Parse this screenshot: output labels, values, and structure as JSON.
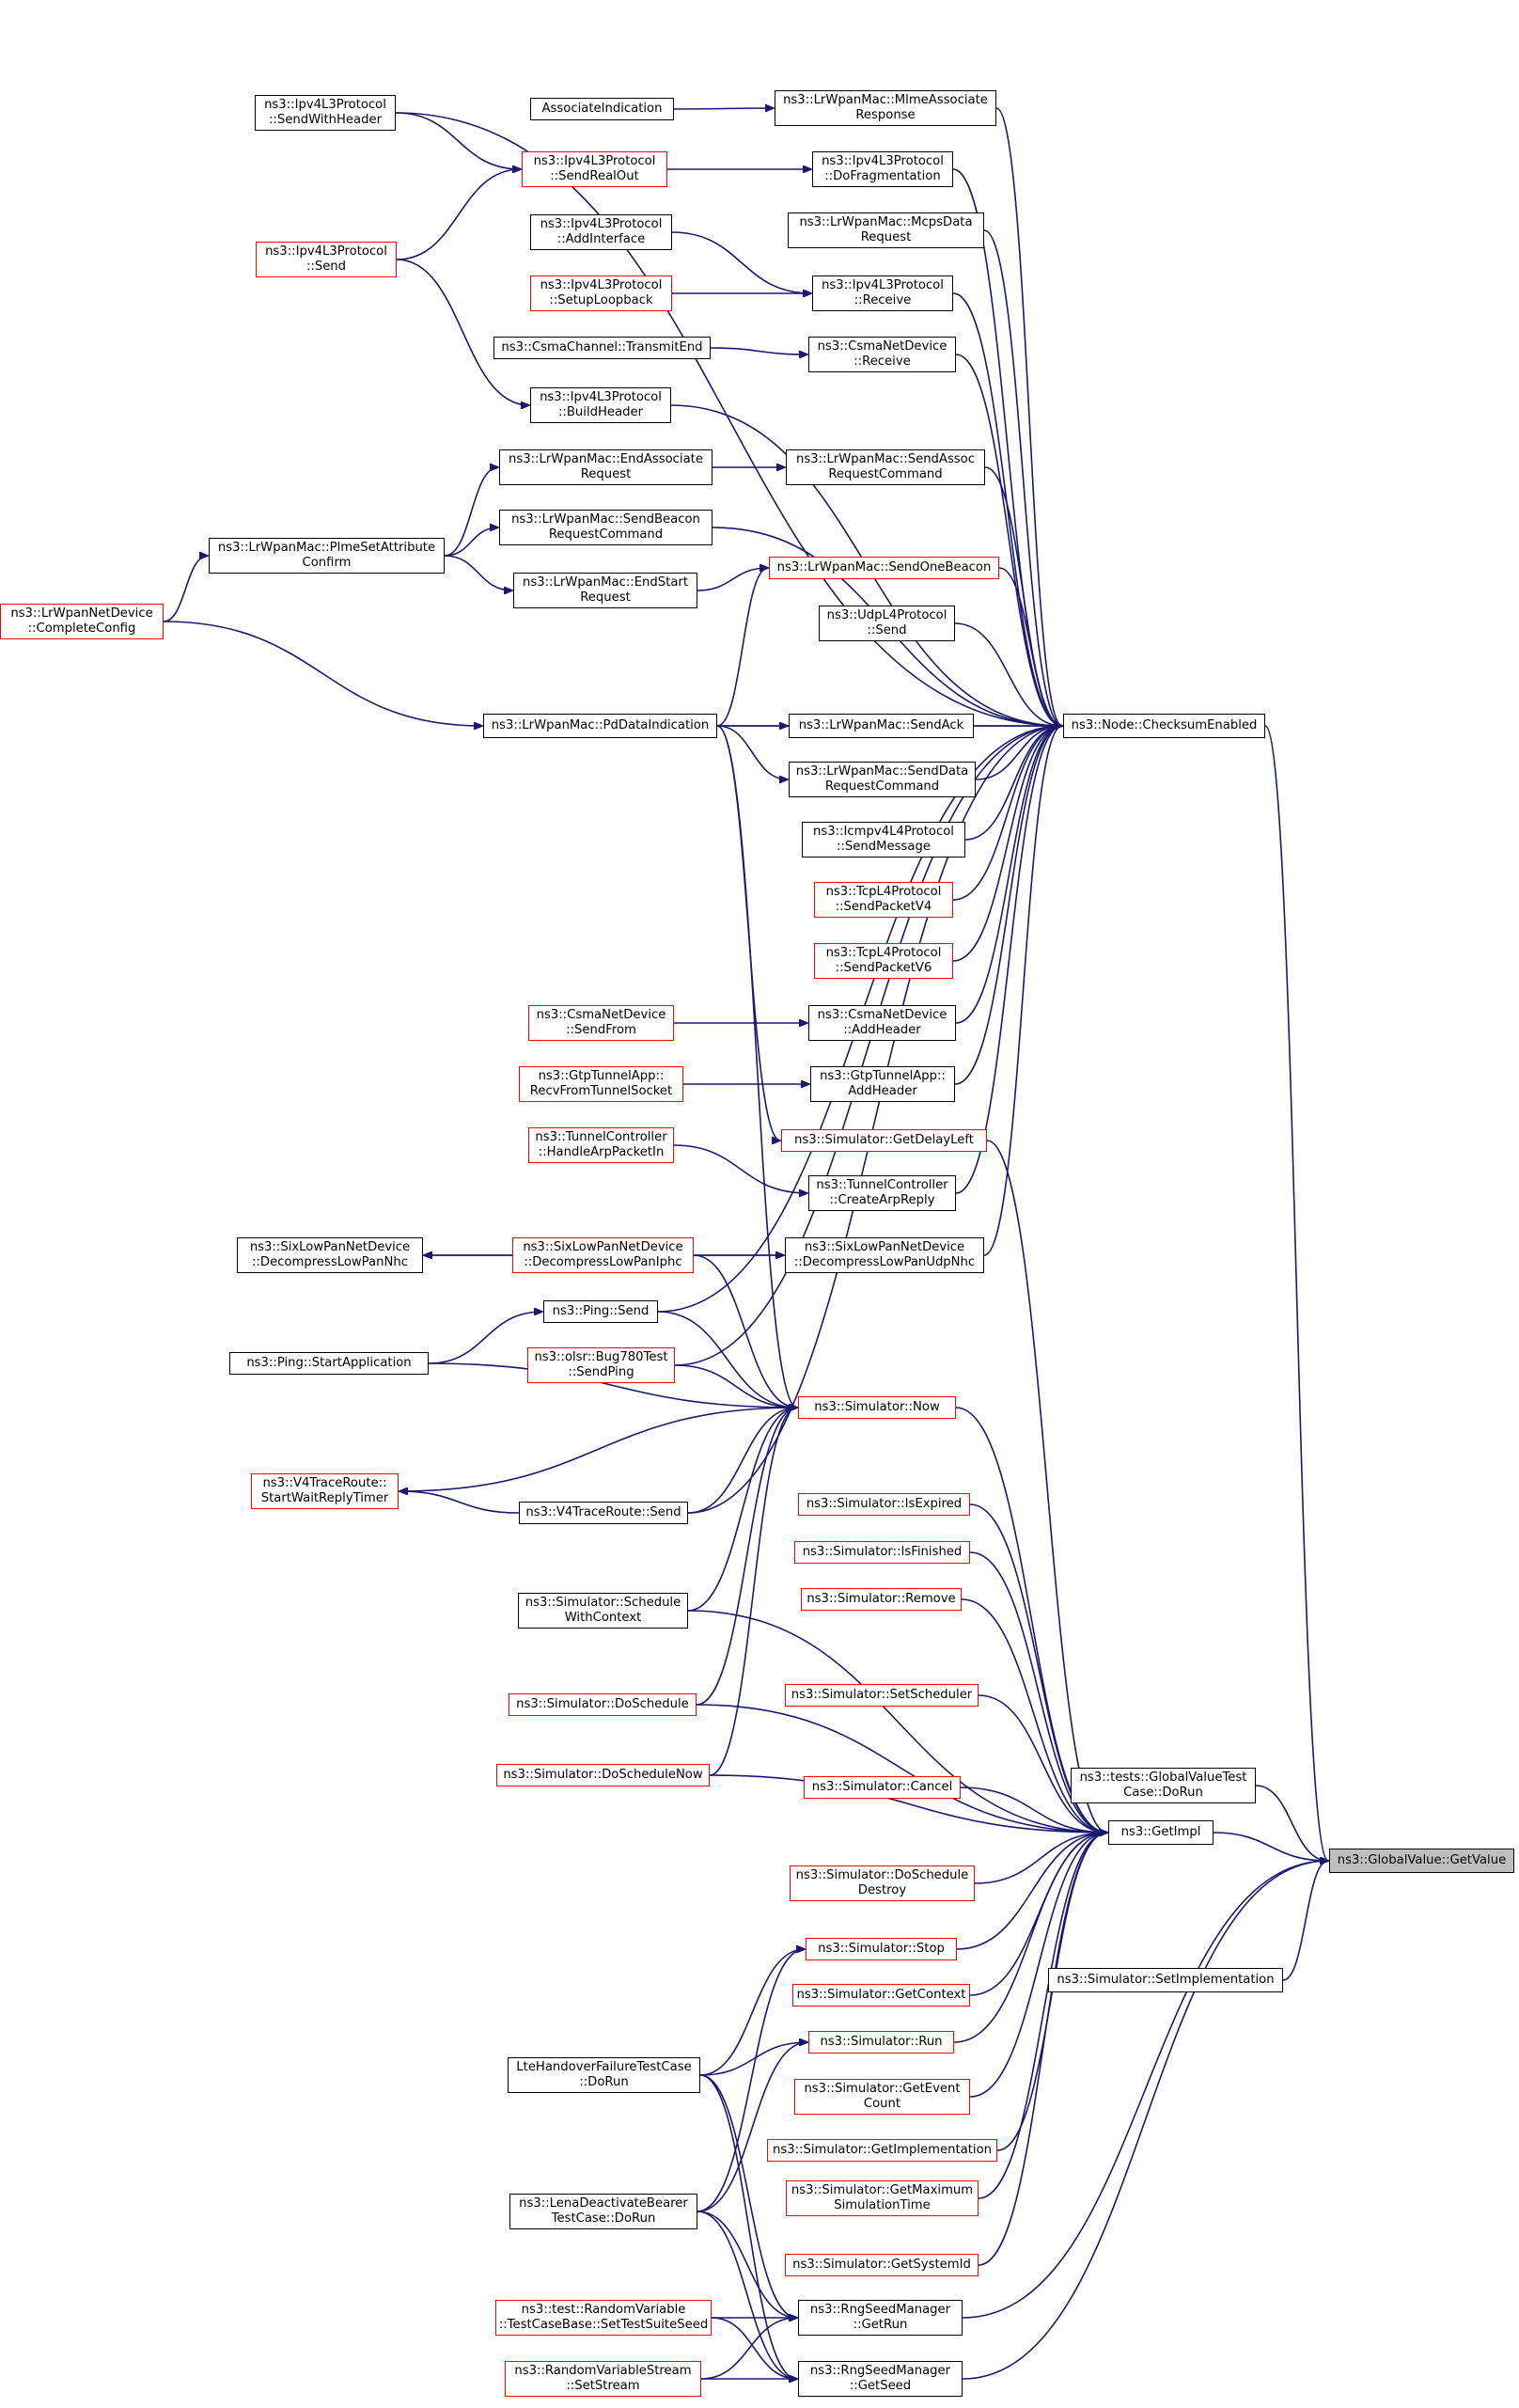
{
  "colors": {
    "edge": "#191970",
    "normal_border": "#000000",
    "truncated_border": "#ff0000",
    "focus_fill": "#bfbfbf"
  },
  "focus_node": "n_gv",
  "nodes": [
    {
      "id": "n_gv",
      "lines": [
        "ns3::GlobalValue::GetValue"
      ],
      "border": "black",
      "focus": true
    },
    {
      "id": "n_gvtest",
      "lines": [
        "ns3::tests::GlobalValueTest",
        "Case::DoRun"
      ],
      "border": "black"
    },
    {
      "id": "n_getimpl",
      "lines": [
        "ns3::GetImpl"
      ],
      "border": "black"
    },
    {
      "id": "n_setimpl",
      "lines": [
        "ns3::Simulator::SetImplementation"
      ],
      "border": "black"
    },
    {
      "id": "n_checksum",
      "lines": [
        "ns3::Node::ChecksumEnabled"
      ],
      "border": "black"
    },
    {
      "id": "n_ipv4_swh",
      "lines": [
        "ns3::Ipv4L3Protocol",
        "::SendWithHeader"
      ],
      "border": "black"
    },
    {
      "id": "n_assocind",
      "lines": [
        "AssociateIndication"
      ],
      "border": "black"
    },
    {
      "id": "n_mlme",
      "lines": [
        "ns3::LrWpanMac::MlmeAssociate",
        "Response"
      ],
      "border": "black"
    },
    {
      "id": "n_ipv4_sro",
      "lines": [
        "ns3::Ipv4L3Protocol",
        "::SendRealOut"
      ],
      "border": "red"
    },
    {
      "id": "n_ipv4_frag",
      "lines": [
        "ns3::Ipv4L3Protocol",
        "::DoFragmentation"
      ],
      "border": "black"
    },
    {
      "id": "n_ipv4_send",
      "lines": [
        "ns3::Ipv4L3Protocol",
        "::Send"
      ],
      "border": "red"
    },
    {
      "id": "n_ipv4_addif",
      "lines": [
        "ns3::Ipv4L3Protocol",
        "::AddInterface"
      ],
      "border": "black"
    },
    {
      "id": "n_mcps",
      "lines": [
        "ns3::LrWpanMac::McpsData",
        "Request"
      ],
      "border": "black"
    },
    {
      "id": "n_ipv4_setloop",
      "lines": [
        "ns3::Ipv4L3Protocol",
        "::SetupLoopback"
      ],
      "border": "red"
    },
    {
      "id": "n_ipv4_recv",
      "lines": [
        "ns3::Ipv4L3Protocol",
        "::Receive"
      ],
      "border": "black"
    },
    {
      "id": "n_csmach",
      "lines": [
        "ns3::CsmaChannel::TransmitEnd"
      ],
      "border": "black"
    },
    {
      "id": "n_csmand_recv",
      "lines": [
        "ns3::CsmaNetDevice",
        "::Receive"
      ],
      "border": "black"
    },
    {
      "id": "n_ipv4_bh",
      "lines": [
        "ns3::Ipv4L3Protocol",
        "::BuildHeader"
      ],
      "border": "black"
    },
    {
      "id": "n_endassoc",
      "lines": [
        "ns3::LrWpanMac::EndAssociate",
        "Request"
      ],
      "border": "black"
    },
    {
      "id": "n_sendassoc",
      "lines": [
        "ns3::LrWpanMac::SendAssoc",
        "RequestCommand"
      ],
      "border": "black"
    },
    {
      "id": "n_plme",
      "lines": [
        "ns3::LrWpanMac::PlmeSetAttribute",
        "Confirm"
      ],
      "border": "black"
    },
    {
      "id": "n_sendbeacon",
      "lines": [
        "ns3::LrWpanMac::SendBeacon",
        "RequestCommand"
      ],
      "border": "black"
    },
    {
      "id": "n_lrdev",
      "lines": [
        "ns3::LrWpanNetDevice",
        "::CompleteConfig"
      ],
      "border": "red"
    },
    {
      "id": "n_endstart",
      "lines": [
        "ns3::LrWpanMac::EndStart",
        "Request"
      ],
      "border": "black"
    },
    {
      "id": "n_onebeacon",
      "lines": [
        "ns3::LrWpanMac::SendOneBeacon"
      ],
      "border": "red"
    },
    {
      "id": "n_udp",
      "lines": [
        "ns3::UdpL4Protocol",
        "::Send"
      ],
      "border": "black"
    },
    {
      "id": "n_pddata",
      "lines": [
        "ns3::LrWpanMac::PdDataIndication"
      ],
      "border": "black"
    },
    {
      "id": "n_sendack",
      "lines": [
        "ns3::LrWpanMac::SendAck"
      ],
      "border": "black"
    },
    {
      "id": "n_senddata",
      "lines": [
        "ns3::LrWpanMac::SendData",
        "RequestCommand"
      ],
      "border": "black"
    },
    {
      "id": "n_icmp",
      "lines": [
        "ns3::Icmpv4L4Protocol",
        "::SendMessage"
      ],
      "border": "black"
    },
    {
      "id": "n_tcp4",
      "lines": [
        "ns3::TcpL4Protocol",
        "::SendPacketV4"
      ],
      "border": "red"
    },
    {
      "id": "n_tcp6",
      "lines": [
        "ns3::TcpL4Protocol",
        "::SendPacketV6"
      ],
      "border": "red"
    },
    {
      "id": "n_csma_sf",
      "lines": [
        "ns3::CsmaNetDevice",
        "::SendFrom"
      ],
      "border": "red"
    },
    {
      "id": "n_csma_ah",
      "lines": [
        "ns3::CsmaNetDevice",
        "::AddHeader"
      ],
      "border": "black"
    },
    {
      "id": "n_gtp_recv",
      "lines": [
        "ns3::GtpTunnelApp::",
        "RecvFromTunnelSocket"
      ],
      "border": "red"
    },
    {
      "id": "n_gtp_ah",
      "lines": [
        "ns3::GtpTunnelApp::",
        "AddHeader"
      ],
      "border": "black"
    },
    {
      "id": "n_delayleft",
      "lines": [
        "ns3::Simulator::GetDelayLeft"
      ],
      "border": "red"
    },
    {
      "id": "n_tc_harp",
      "lines": [
        "ns3::TunnelController",
        "::HandleArpPacketIn"
      ],
      "border": "red"
    },
    {
      "id": "n_tc_carp",
      "lines": [
        "ns3::TunnelController",
        "::CreateArpReply"
      ],
      "border": "black"
    },
    {
      "id": "n_six_nhc",
      "lines": [
        "ns3::SixLowPanNetDevice",
        "::DecompressLowPanNhc"
      ],
      "border": "black"
    },
    {
      "id": "n_six_iphc",
      "lines": [
        "ns3::SixLowPanNetDevice",
        "::DecompressLowPanIphc"
      ],
      "border": "red"
    },
    {
      "id": "n_six_udp",
      "lines": [
        "ns3::SixLowPanNetDevice",
        "::DecompressLowPanUdpNhc"
      ],
      "border": "black"
    },
    {
      "id": "n_ping_send",
      "lines": [
        "ns3::Ping::Send"
      ],
      "border": "black"
    },
    {
      "id": "n_ping_start",
      "lines": [
        "ns3::Ping::StartApplication"
      ],
      "border": "black"
    },
    {
      "id": "n_olsr",
      "lines": [
        "ns3::olsr::Bug780Test",
        "::SendPing"
      ],
      "border": "red"
    },
    {
      "id": "n_now",
      "lines": [
        "ns3::Simulator::Now"
      ],
      "border": "red"
    },
    {
      "id": "n_v4_start",
      "lines": [
        "ns3::V4TraceRoute::",
        "StartWaitReplyTimer"
      ],
      "border": "red"
    },
    {
      "id": "n_v4_send",
      "lines": [
        "ns3::V4TraceRoute::Send"
      ],
      "border": "black"
    },
    {
      "id": "n_isexpired",
      "lines": [
        "ns3::Simulator::IsExpired"
      ],
      "border": "red"
    },
    {
      "id": "n_isfinished",
      "lines": [
        "ns3::Simulator::IsFinished"
      ],
      "border": "red"
    },
    {
      "id": "n_remove",
      "lines": [
        "ns3::Simulator::Remove"
      ],
      "border": "red"
    },
    {
      "id": "n_swc",
      "lines": [
        "ns3::Simulator::Schedule",
        "WithContext"
      ],
      "border": "black"
    },
    {
      "id": "n_setsched",
      "lines": [
        "ns3::Simulator::SetScheduler"
      ],
      "border": "red"
    },
    {
      "id": "n_dosched",
      "lines": [
        "ns3::Simulator::DoSchedule"
      ],
      "border": "red"
    },
    {
      "id": "n_doschednow",
      "lines": [
        "ns3::Simulator::DoScheduleNow"
      ],
      "border": "red"
    },
    {
      "id": "n_cancel",
      "lines": [
        "ns3::Simulator::Cancel"
      ],
      "border": "red"
    },
    {
      "id": "n_doschedd",
      "lines": [
        "ns3::Simulator::DoSchedule",
        "Destroy"
      ],
      "border": "red"
    },
    {
      "id": "n_stop",
      "lines": [
        "ns3::Simulator::Stop"
      ],
      "border": "red"
    },
    {
      "id": "n_getctx",
      "lines": [
        "ns3::Simulator::GetContext"
      ],
      "border": "red"
    },
    {
      "id": "n_run",
      "lines": [
        "ns3::Simulator::Run"
      ],
      "border": "red"
    },
    {
      "id": "n_lte",
      "lines": [
        "LteHandoverFailureTestCase",
        "::DoRun"
      ],
      "border": "black"
    },
    {
      "id": "n_evcount",
      "lines": [
        "ns3::Simulator::GetEvent",
        "Count"
      ],
      "border": "red"
    },
    {
      "id": "n_getimpl2",
      "lines": [
        "ns3::Simulator::GetImplementation"
      ],
      "border": "red"
    },
    {
      "id": "n_lena",
      "lines": [
        "ns3::LenaDeactivateBearer",
        "TestCase::DoRun"
      ],
      "border": "black"
    },
    {
      "id": "n_maxsim",
      "lines": [
        "ns3::Simulator::GetMaximum",
        "SimulationTime"
      ],
      "border": "red"
    },
    {
      "id": "n_sysid",
      "lines": [
        "ns3::Simulator::GetSystemId"
      ],
      "border": "red"
    },
    {
      "id": "n_rv_suite",
      "lines": [
        "ns3::test::RandomVariable",
        "::TestCaseBase::SetTestSuiteSeed"
      ],
      "border": "red"
    },
    {
      "id": "n_rng_run",
      "lines": [
        "ns3::RngSeedManager",
        "::GetRun"
      ],
      "border": "black"
    },
    {
      "id": "n_rvs",
      "lines": [
        "ns3::RandomVariableStream",
        "::SetStream"
      ],
      "border": "red"
    },
    {
      "id": "n_rng_seed",
      "lines": [
        "ns3::RngSeedManager",
        "::GetSeed"
      ],
      "border": "black"
    }
  ],
  "edges": [
    [
      "n_gvtest",
      "n_gv"
    ],
    [
      "n_getimpl",
      "n_gv"
    ],
    [
      "n_setimpl",
      "n_gv"
    ],
    [
      "n_checksum",
      "n_gv"
    ],
    [
      "n_rng_run",
      "n_gv"
    ],
    [
      "n_rng_seed",
      "n_gv"
    ],
    [
      "n_ipv4_swh",
      "n_checksum"
    ],
    [
      "n_mlme",
      "n_checksum"
    ],
    [
      "n_ipv4_frag",
      "n_checksum"
    ],
    [
      "n_mcps",
      "n_checksum"
    ],
    [
      "n_ipv4_recv",
      "n_checksum"
    ],
    [
      "n_csmand_recv",
      "n_checksum"
    ],
    [
      "n_ipv4_bh",
      "n_checksum"
    ],
    [
      "n_sendassoc",
      "n_checksum"
    ],
    [
      "n_sendbeacon",
      "n_checksum"
    ],
    [
      "n_onebeacon",
      "n_checksum"
    ],
    [
      "n_udp",
      "n_checksum"
    ],
    [
      "n_pddata",
      "n_checksum"
    ],
    [
      "n_sendack",
      "n_checksum"
    ],
    [
      "n_senddata",
      "n_checksum"
    ],
    [
      "n_icmp",
      "n_checksum"
    ],
    [
      "n_tcp4",
      "n_checksum"
    ],
    [
      "n_tcp6",
      "n_checksum"
    ],
    [
      "n_csma_ah",
      "n_checksum"
    ],
    [
      "n_gtp_ah",
      "n_checksum"
    ],
    [
      "n_tc_carp",
      "n_checksum"
    ],
    [
      "n_six_udp",
      "n_checksum"
    ],
    [
      "n_ping_send",
      "n_checksum"
    ],
    [
      "n_olsr",
      "n_checksum"
    ],
    [
      "n_v4_send",
      "n_checksum"
    ],
    [
      "n_assocind",
      "n_mlme"
    ],
    [
      "n_ipv4_swh",
      "n_ipv4_sro"
    ],
    [
      "n_ipv4_sro",
      "n_ipv4_frag"
    ],
    [
      "n_ipv4_send",
      "n_ipv4_sro"
    ],
    [
      "n_ipv4_send",
      "n_ipv4_bh"
    ],
    [
      "n_ipv4_addif",
      "n_ipv4_recv"
    ],
    [
      "n_ipv4_setloop",
      "n_ipv4_recv"
    ],
    [
      "n_csmach",
      "n_csmand_recv"
    ],
    [
      "n_endassoc",
      "n_sendassoc"
    ],
    [
      "n_plme",
      "n_endassoc"
    ],
    [
      "n_plme",
      "n_sendbeacon"
    ],
    [
      "n_plme",
      "n_endstart"
    ],
    [
      "n_lrdev",
      "n_plme"
    ],
    [
      "n_lrdev",
      "n_pddata"
    ],
    [
      "n_endstart",
      "n_onebeacon"
    ],
    [
      "n_pddata",
      "n_onebeacon"
    ],
    [
      "n_pddata",
      "n_sendack"
    ],
    [
      "n_pddata",
      "n_senddata"
    ],
    [
      "n_pddata",
      "n_delayleft"
    ],
    [
      "n_pddata",
      "n_now"
    ],
    [
      "n_csma_sf",
      "n_csma_ah"
    ],
    [
      "n_gtp_recv",
      "n_gtp_ah"
    ],
    [
      "n_tc_harp",
      "n_tc_carp"
    ],
    [
      "n_six_iphc",
      "n_six_udp"
    ],
    [
      "n_six_iphc",
      "n_six_nhc"
    ],
    [
      "n_six_udp",
      "n_six_nhc"
    ],
    [
      "n_six_iphc",
      "n_now"
    ],
    [
      "n_ping_start",
      "n_ping_send"
    ],
    [
      "n_ping_send",
      "n_now"
    ],
    [
      "n_ping_start",
      "n_now"
    ],
    [
      "n_olsr",
      "n_now"
    ],
    [
      "n_v4_start",
      "n_now"
    ],
    [
      "n_v4_send",
      "n_v4_start"
    ],
    [
      "n_v4_send",
      "n_now"
    ],
    [
      "n_swc",
      "n_now"
    ],
    [
      "n_dosched",
      "n_now"
    ],
    [
      "n_doschednow",
      "n_now"
    ],
    [
      "n_now",
      "n_getimpl"
    ],
    [
      "n_delayleft",
      "n_getimpl"
    ],
    [
      "n_isexpired",
      "n_getimpl"
    ],
    [
      "n_isfinished",
      "n_getimpl"
    ],
    [
      "n_remove",
      "n_getimpl"
    ],
    [
      "n_swc",
      "n_getimpl"
    ],
    [
      "n_setsched",
      "n_getimpl"
    ],
    [
      "n_dosched",
      "n_getimpl"
    ],
    [
      "n_doschednow",
      "n_getimpl"
    ],
    [
      "n_cancel",
      "n_getimpl"
    ],
    [
      "n_doschedd",
      "n_getimpl"
    ],
    [
      "n_stop",
      "n_getimpl"
    ],
    [
      "n_getctx",
      "n_getimpl"
    ],
    [
      "n_run",
      "n_getimpl"
    ],
    [
      "n_evcount",
      "n_getimpl"
    ],
    [
      "n_getimpl2",
      "n_getimpl"
    ],
    [
      "n_maxsim",
      "n_getimpl"
    ],
    [
      "n_sysid",
      "n_getimpl"
    ],
    [
      "n_lte",
      "n_stop"
    ],
    [
      "n_lte",
      "n_run"
    ],
    [
      "n_lena",
      "n_stop"
    ],
    [
      "n_lena",
      "n_run"
    ],
    [
      "n_lte",
      "n_rng_run"
    ],
    [
      "n_lte",
      "n_rng_seed"
    ],
    [
      "n_lena",
      "n_rng_run"
    ],
    [
      "n_lena",
      "n_rng_seed"
    ],
    [
      "n_rv_suite",
      "n_rng_run"
    ],
    [
      "n_rv_suite",
      "n_rng_seed"
    ],
    [
      "n_rvs",
      "n_rng_run"
    ],
    [
      "n_rvs",
      "n_rng_seed"
    ]
  ]
}
